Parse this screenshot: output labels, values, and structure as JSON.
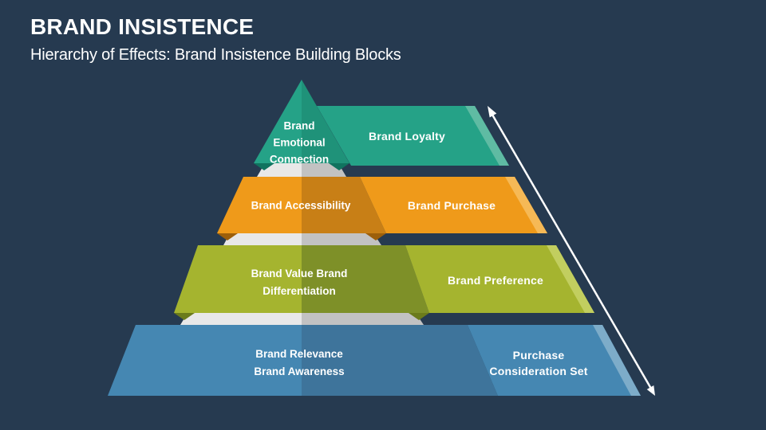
{
  "slide": {
    "title": "BRAND INSISTENCE",
    "subtitle": "Hierarchy of Effects: Brand Insistence Building Blocks"
  },
  "colors": {
    "background": "#263A50",
    "text": "#FFFFFF",
    "arrow": "#FFFFFF",
    "core_light": "#E8E8E8",
    "core_shade": "#C2C2C2",
    "teal": "#25A287",
    "teal_shade": "#1F9279",
    "teal_edge": "#5FBBA3",
    "teal_fold": "#10735F",
    "orange": "#EF9A1A",
    "orange_shade": "#C87F16",
    "orange_edge": "#F6B956",
    "orange_fold": "#9C5F0B",
    "olive": "#A5B42F",
    "olive_shade": "#7E9028",
    "olive_edge": "#C2CE5F",
    "olive_fold": "#6B7B1B",
    "blue": "#4587B2",
    "blue_shade": "#3E749B",
    "blue_edge": "#7DACC9"
  },
  "pyramid": {
    "levels": [
      {
        "pyramid_label": "Brand\nEmotional\nConnection",
        "ribbon_label": "Brand Loyalty"
      },
      {
        "pyramid_label": "Brand Accessibility",
        "ribbon_label": "Brand Purchase"
      },
      {
        "pyramid_label": "Brand Value Brand\nDifferentiation",
        "ribbon_label": "Brand Preference"
      },
      {
        "pyramid_label": "Brand Relevance\nBrand Awareness",
        "ribbon_label": "Purchase\nConsideration Set"
      }
    ]
  }
}
